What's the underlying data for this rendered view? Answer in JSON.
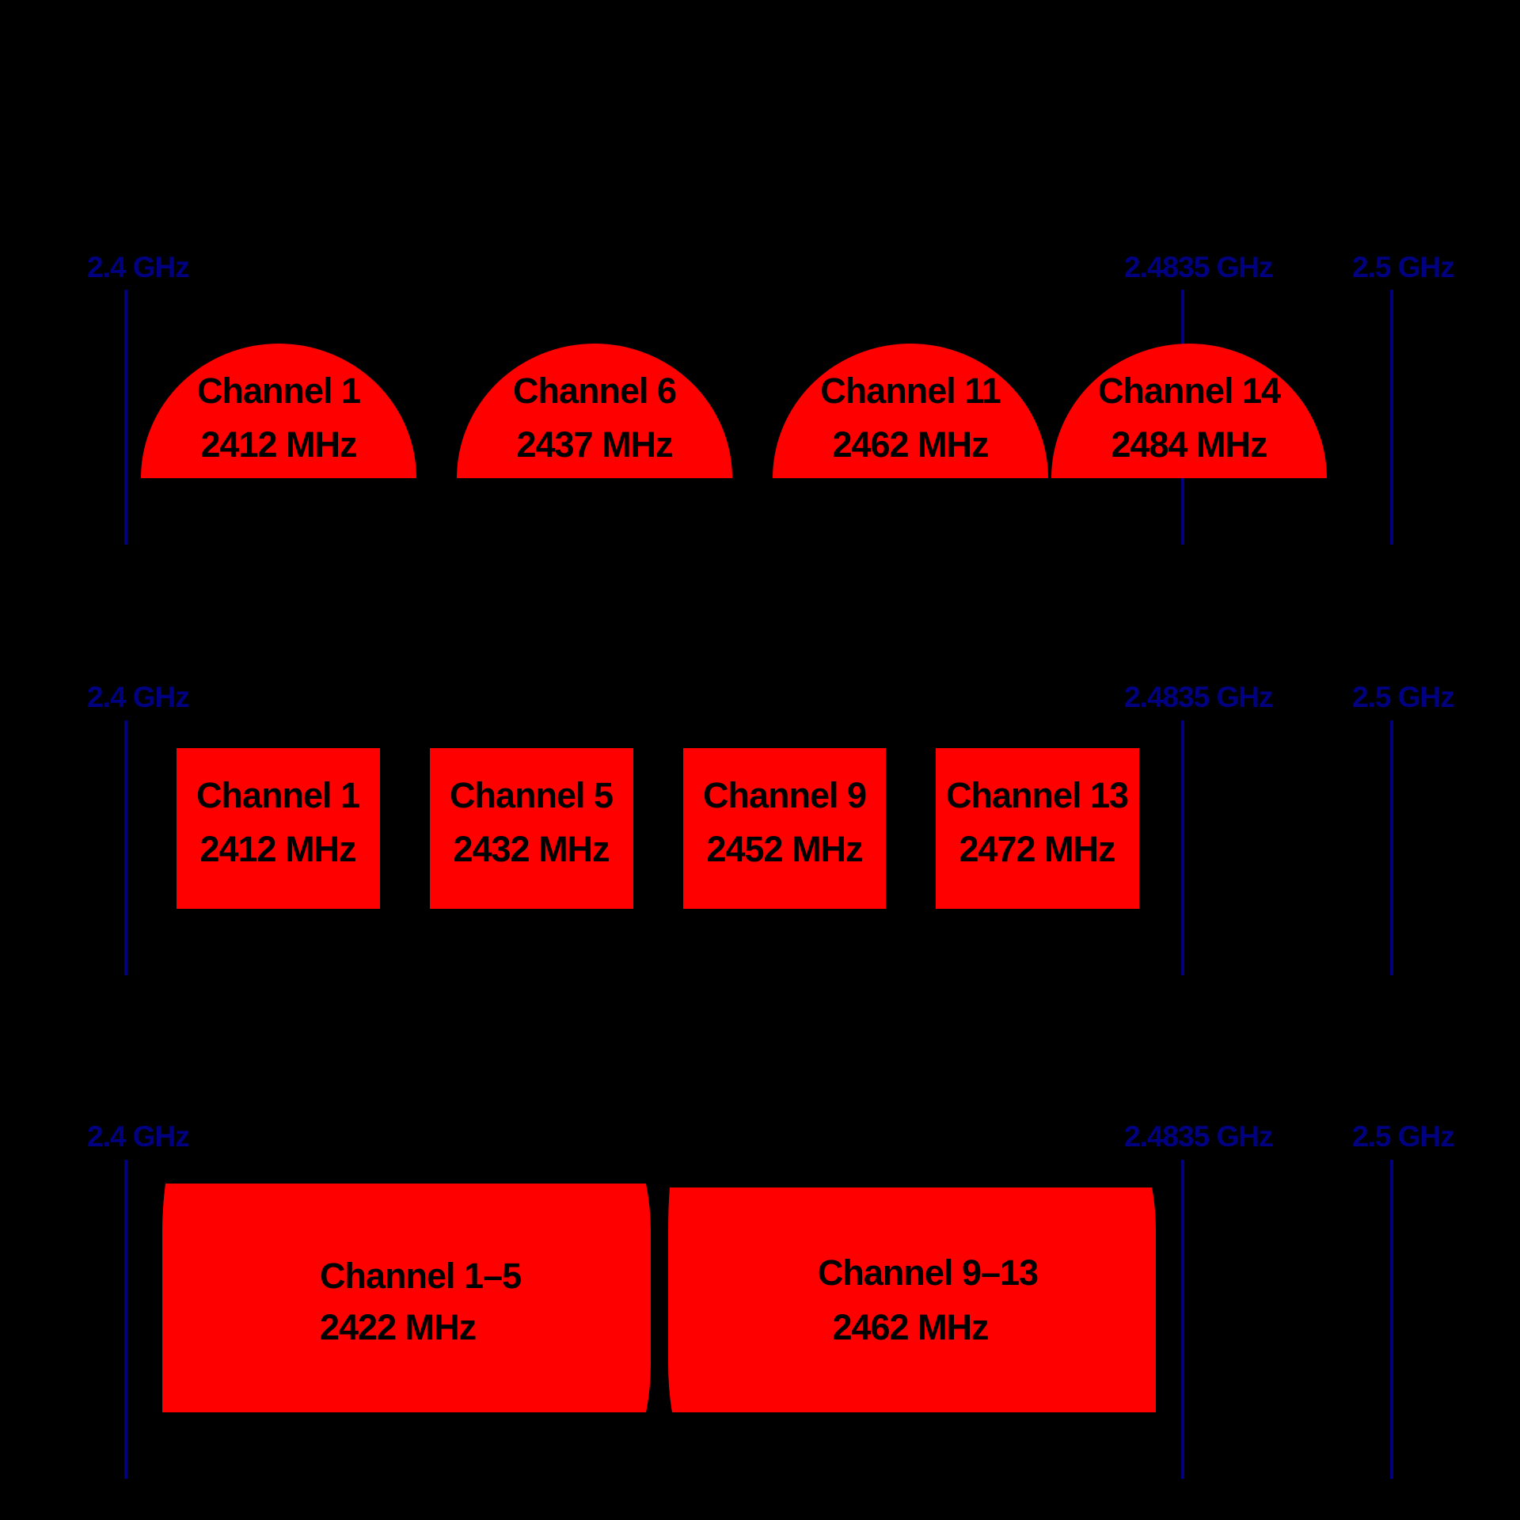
{
  "colors": {
    "background": "#000000",
    "marker": "#000080",
    "channel_fill": "#ff0000",
    "channel_text": "#000000"
  },
  "markers": {
    "start": "2.4 GHz",
    "band_end": "2.4835 GHz",
    "end": "2.5 GHz"
  },
  "rows": [
    {
      "shape": "half-disc",
      "channels": [
        {
          "name": "Channel 1",
          "freq": "2412 MHz"
        },
        {
          "name": "Channel 6",
          "freq": "2437 MHz"
        },
        {
          "name": "Channel 11",
          "freq": "2462 MHz"
        },
        {
          "name": "Channel 14",
          "freq": "2484 MHz"
        }
      ]
    },
    {
      "shape": "rectangle",
      "channels": [
        {
          "name": "Channel 1",
          "freq": "2412 MHz"
        },
        {
          "name": "Channel 5",
          "freq": "2432 MHz"
        },
        {
          "name": "Channel 9",
          "freq": "2452 MHz"
        },
        {
          "name": "Channel 13",
          "freq": "2472 MHz"
        }
      ]
    },
    {
      "shape": "wide-block",
      "channels": [
        {
          "name": "Channel 1–5",
          "freq": "2422 MHz"
        },
        {
          "name": "Channel 9–13",
          "freq": "2462 MHz"
        }
      ]
    }
  ]
}
